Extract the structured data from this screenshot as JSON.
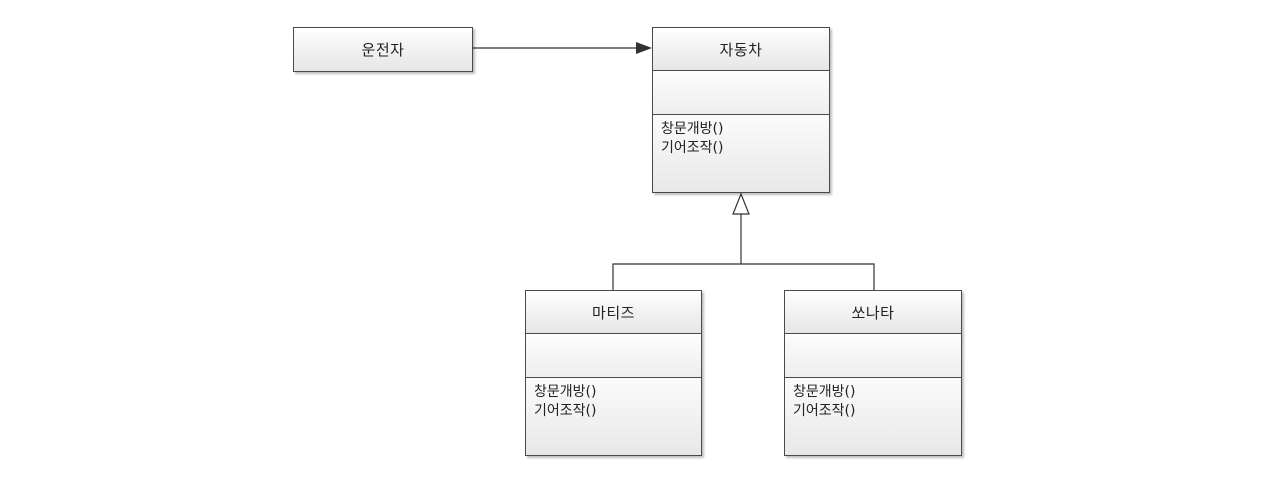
{
  "diagram": {
    "classes": {
      "driver": {
        "name": "운전자"
      },
      "car": {
        "name": "자동차",
        "operations": [
          "창문개방()",
          "기어조작()"
        ]
      },
      "matiz": {
        "name": "마티즈",
        "operations": [
          "창문개방()",
          "기어조작()"
        ]
      },
      "sonata": {
        "name": "쏘나타",
        "operations": [
          "창문개방()",
          "기어조작()"
        ]
      }
    },
    "relations": [
      {
        "from": "운전자",
        "to": "자동차",
        "type": "association"
      },
      {
        "from": "마티즈",
        "to": "자동차",
        "type": "generalization"
      },
      {
        "from": "쏘나타",
        "to": "자동차",
        "type": "generalization"
      }
    ]
  }
}
